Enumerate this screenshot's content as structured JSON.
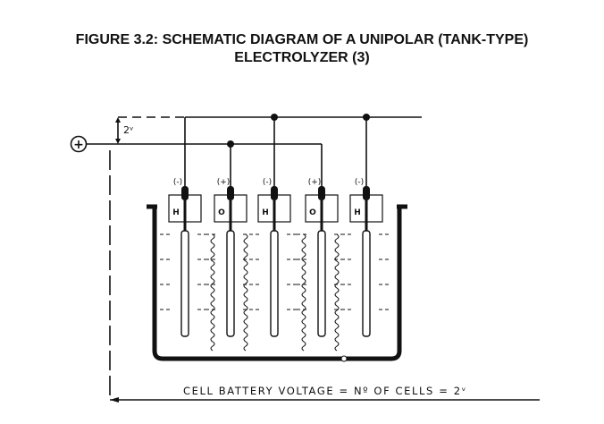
{
  "title": {
    "line1": "FIGURE 3.2:  SCHEMATIC DIAGRAM OF A UNIPOLAR (TANK-TYPE)",
    "line2": "ELECTROLYZER (3)"
  },
  "diagram": {
    "terminal_symbol": "+",
    "voltage_label": "2ᵛ",
    "electrodes": [
      {
        "polarity": "(-)",
        "gas": "H"
      },
      {
        "polarity": "(+)",
        "gas": "O"
      },
      {
        "polarity": "(-)",
        "gas": "H"
      },
      {
        "polarity": "(+)",
        "gas": "O"
      },
      {
        "polarity": "(-)",
        "gas": "H"
      }
    ],
    "caption": "CELL BATTERY VOLTAGE = Nº OF CELLS = 2ᵛ"
  }
}
